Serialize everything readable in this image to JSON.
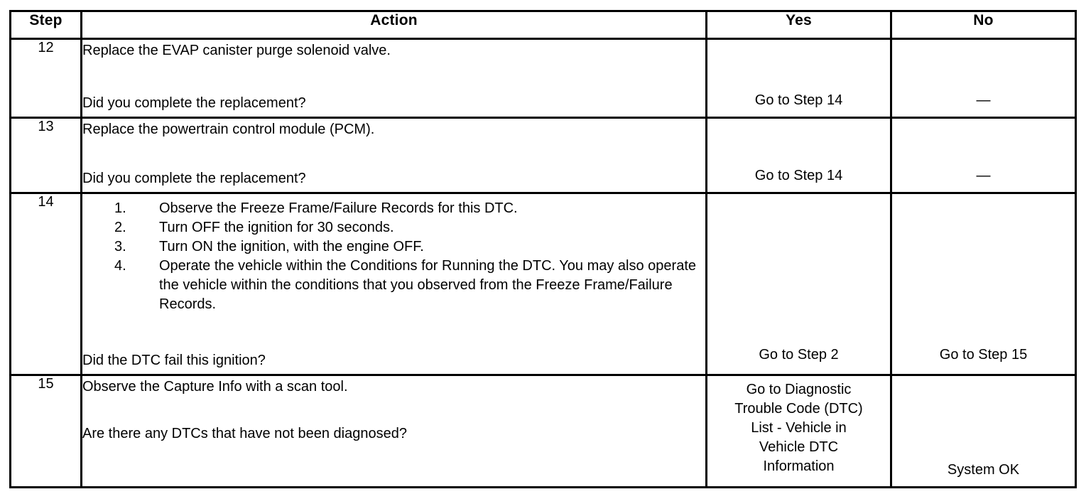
{
  "table": {
    "columns": [
      {
        "key": "step",
        "label": "Step"
      },
      {
        "key": "action",
        "label": "Action"
      },
      {
        "key": "yes",
        "label": "Yes"
      },
      {
        "key": "no",
        "label": "No"
      }
    ],
    "rows": [
      {
        "step": "12",
        "action_lead": "Replace the EVAP canister purge solenoid valve.",
        "action_question": "Did you complete the replacement?",
        "yes": "Go to Step 14",
        "no": "—"
      },
      {
        "step": "13",
        "action_lead": "Replace the powertrain control module (PCM).",
        "action_question": "Did you complete the replacement?",
        "yes": "Go to Step 14",
        "no": "—"
      },
      {
        "step": "14",
        "steps_list": [
          {
            "num": "1.",
            "text": "Observe the Freeze Frame/Failure Records for this DTC."
          },
          {
            "num": "2.",
            "text": "Turn OFF the ignition for 30 seconds."
          },
          {
            "num": "3.",
            "text": "Turn ON the ignition, with the engine OFF."
          },
          {
            "num": "4.",
            "text": "Operate the vehicle within the Conditions for Running the DTC. You may also operate the vehicle within the conditions that you observed from the Freeze Frame/Failure Records."
          }
        ],
        "action_question": "Did the DTC fail this ignition?",
        "yes": "Go to Step 2",
        "no": "Go to Step 15"
      },
      {
        "step": "15",
        "action_lead": "Observe the Capture Info with a scan tool.",
        "action_question": "Are there any DTCs that have not been diagnosed?",
        "yes_lines": [
          "Go to Diagnostic",
          "Trouble Code (DTC)",
          "List - Vehicle in",
          "Vehicle DTC",
          "Information"
        ],
        "no": "System OK"
      }
    ]
  },
  "colors": {
    "border": "#000000",
    "text": "#000000",
    "background": "#ffffff"
  }
}
